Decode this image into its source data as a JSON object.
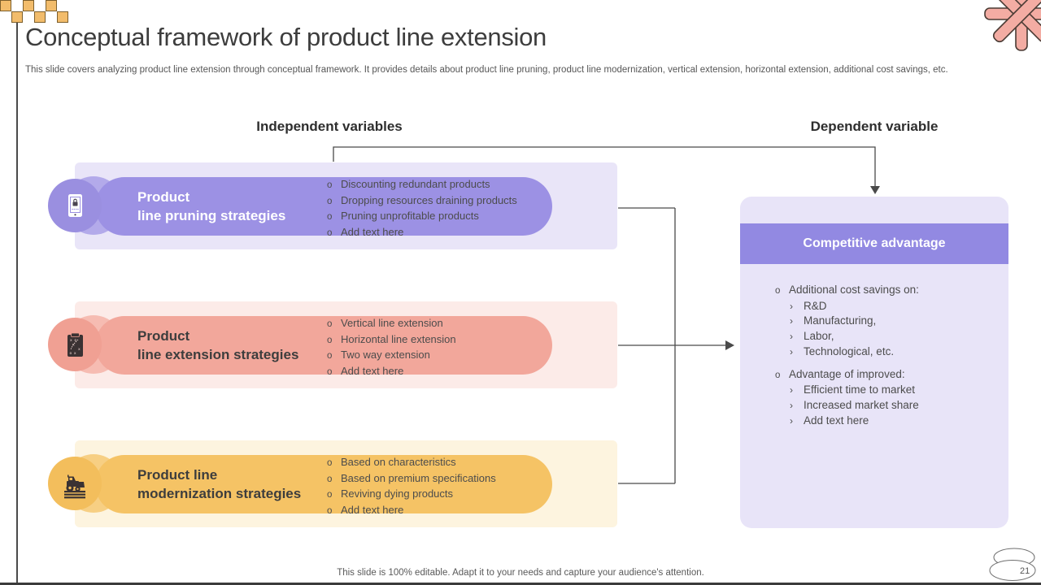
{
  "title": "Conceptual framework of product line extension",
  "subtitle": "This slide covers analyzing product line extension through conceptual framework. It provides details about product line pruning, product line modernization, vertical extension, horizontal extension, additional cost savings, etc.",
  "columns": {
    "independent": "Independent variables",
    "dependent": "Dependent variable"
  },
  "markers": {
    "bullet": "o",
    "sub": "›"
  },
  "rows": [
    {
      "title1": "Product",
      "title2": "line pruning strategies",
      "icon": "phone-lock-icon",
      "bullets": [
        "Discounting redundant products",
        "Dropping resources draining products",
        "Pruning unprofitable products",
        "Add text here"
      ],
      "colors": {
        "bg": "#E9E5F8",
        "pill": "#9C91E4",
        "circle": "#9A8FE0"
      }
    },
    {
      "title1": "Product",
      "title2": "line extension strategies",
      "icon": "strategy-clipboard-icon",
      "bullets": [
        "Vertical line extension",
        "Horizontal line extension",
        "Two way extension",
        "Add text here"
      ],
      "colors": {
        "bg": "#FCEBE8",
        "pill": "#F2A79B",
        "circle": "#F0A093"
      }
    },
    {
      "title1": "Product line",
      "title2": "modernization strategies",
      "icon": "tractor-icon",
      "bullets": [
        "Based on characteristics",
        "Based on premium specifications",
        "Reviving dying products",
        "Add text here"
      ],
      "colors": {
        "bg": "#FDF4DF",
        "pill": "#F5C365",
        "circle": "#F3BE5C"
      }
    }
  ],
  "dependent_box": {
    "title": "Competitive advantage",
    "colors": {
      "bg": "#E8E4F8",
      "header": "#9289E2"
    },
    "groups": [
      {
        "heading": "Additional cost savings on:",
        "items": [
          "R&D",
          "Manufacturing,",
          "Labor,",
          "Technological, etc."
        ]
      },
      {
        "heading": "Advantage of improved:",
        "items": [
          "Efficient time to market",
          "Increased market share",
          "Add text here"
        ]
      }
    ]
  },
  "footer": {
    "note": "This slide is 100% editable. Adapt it to your needs and capture your audience's attention.",
    "page_number": "21"
  }
}
